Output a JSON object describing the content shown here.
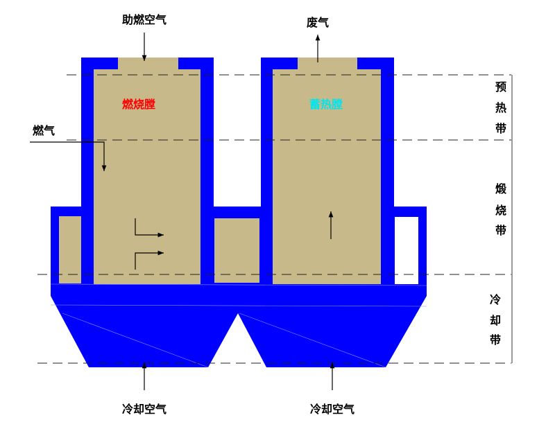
{
  "labels": {
    "combustion_air": "助燃空气",
    "exhaust": "废气",
    "fuel_gas": "燃气",
    "combustion_chamber": "燃烧膛",
    "regenerative_chamber": "蓄热膛",
    "cooling_air_left": "冷却空气",
    "cooling_air_right": "冷却空气"
  },
  "zones": {
    "preheat": [
      "预",
      "热",
      "带"
    ],
    "calcination": [
      "煅",
      "烧",
      "带"
    ],
    "cooling": [
      "冷",
      "却",
      "带"
    ]
  },
  "colors": {
    "wall": "#0000ff",
    "fill": "#c8b98a",
    "combustion_label": "#ff0000",
    "regenerative_label": "#00e5ee",
    "line": "#000000"
  }
}
